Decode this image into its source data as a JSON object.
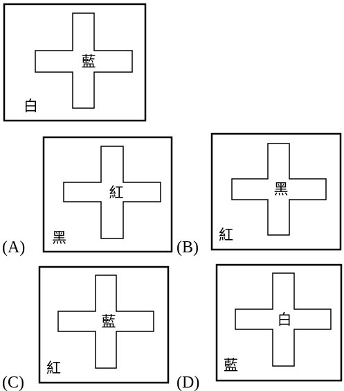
{
  "panels": [
    {
      "id": "question",
      "option": "",
      "center_label": "藍",
      "corner_label": "白"
    },
    {
      "id": "A",
      "option": "(A)",
      "center_label": "紅",
      "corner_label": "黑"
    },
    {
      "id": "B",
      "option": "(B)",
      "center_label": "黑",
      "corner_label": "紅"
    },
    {
      "id": "C",
      "option": "(C)",
      "center_label": "藍",
      "corner_label": "紅"
    },
    {
      "id": "D",
      "option": "(D)",
      "center_label": "白",
      "corner_label": "藍"
    }
  ]
}
